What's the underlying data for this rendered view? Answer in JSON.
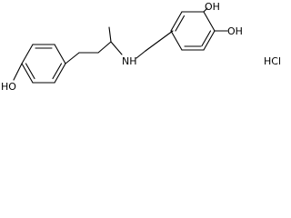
{
  "structure": {
    "atom_labels": {
      "left_hydroxyl": "HO",
      "amine": "NH",
      "meta_hydroxyl": "OH",
      "para_hydroxyl": "OH",
      "salt": "HCl"
    }
  },
  "colors": {
    "background": "#ffffff",
    "ink": "#000000"
  }
}
